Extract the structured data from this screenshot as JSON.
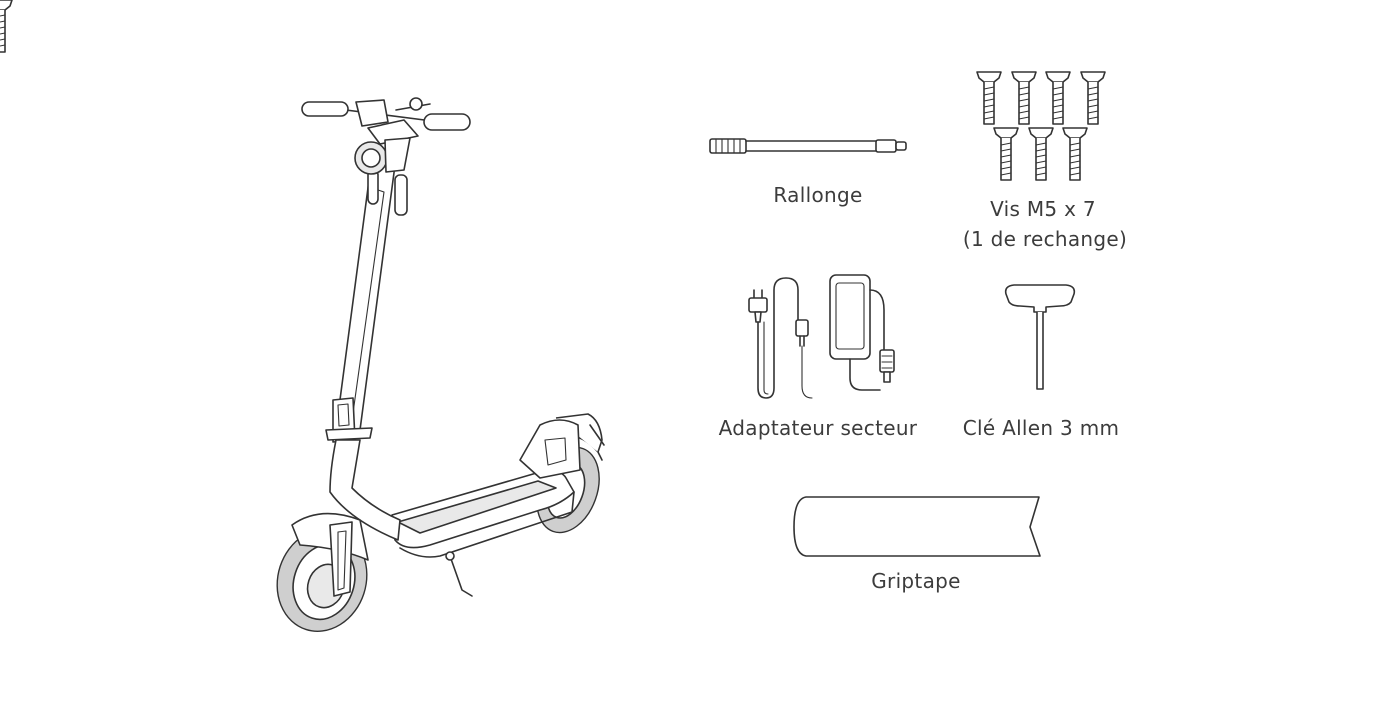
{
  "items": [
    {
      "label": "Rallonge"
    },
    {
      "label": "Vis M5 x 7"
    },
    {
      "label": "(1 de rechange)"
    },
    {
      "label": "Adaptateur secteur"
    },
    {
      "label": "Clé Allen 3 mm"
    },
    {
      "label": "Griptape"
    }
  ],
  "colors": {
    "line": "#333333",
    "text": "#3c3c3c",
    "background": "#ffffff"
  }
}
